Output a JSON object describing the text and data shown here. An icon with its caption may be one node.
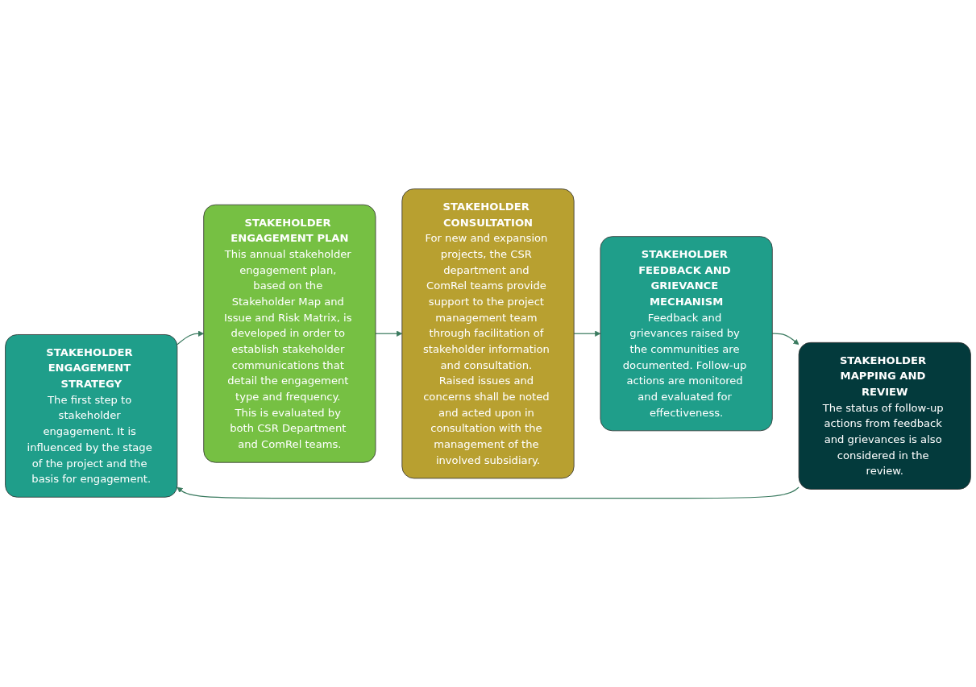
{
  "diagram": {
    "nodes": [
      {
        "text": [
          "STAKEHOLDER ENGAGEMENT STRATEGY",
          "The first step to stakeholder engagement. It is influenced by the stage of the project and the basis for engagement."
        ]
      },
      {
        "text": [
          "STAKEHOLDER ENGAGEMENT PLAN",
          "This annual stakeholder engagement plan, based on the Stakeholder Map and Issue and Risk Matrix, is developed in order to establish stakeholder communications that detail the engagement type and frequency. This is evaluated by both CSR Department and ComRel teams."
        ]
      },
      {
        "text": [
          "STAKEHOLDER MAPPING AND REVIEW",
          "The status of follow-up actions from feedback and grievances is also considered in the review."
        ]
      },
      {
        "text": [
          "STAKEHOLDER CONSULTATION",
          "For new and expansion projects, the CSR department and ComRel teams provide support to the project management team through facilitation of stakeholder information and consultation. Raised issues and concerns shall be noted and acted upon in consultation with the management of the involved subsidiary."
        ]
      },
      {
        "text": [
          "STAKEHOLDER FEEDBACK AND GRIEVANCE MECHANISM",
          "Feedback and grievances raised by the communities are documented. Follow-up actions are monitored and evaluated for effectiveness."
        ]
      }
    ],
    "edges": [
      {
        "from": 0,
        "to": 1,
        "arrow": "to"
      },
      {
        "from": 1,
        "to": 3,
        "arrow": "to"
      },
      {
        "from": 3,
        "to": 4,
        "arrow": "to"
      },
      {
        "from": 4,
        "to": 2,
        "arrow": "to"
      },
      {
        "from": 2,
        "to": 0,
        "arrow": "to"
      }
    ]
  }
}
